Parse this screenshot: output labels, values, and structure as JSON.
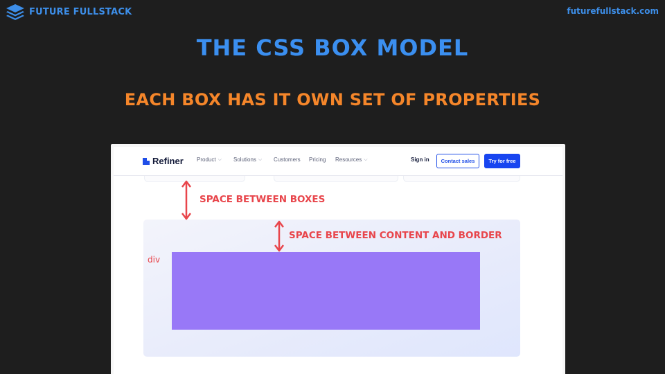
{
  "brand": {
    "name": "FUTURE FULLSTACK",
    "url": "futurefullstack.com",
    "color": "#3d8ee8",
    "icon": "layers-icon"
  },
  "slide": {
    "title": "THE CSS BOX MODEL",
    "subtitle": "EACH BOX HAS IT OWN SET OF PROPERTIES",
    "title_color": "#3b8ff0",
    "subtitle_color": "#f5862a"
  },
  "screenshot": {
    "logo": "Refiner",
    "nav_links": [
      {
        "label": "Product",
        "has_dropdown": true
      },
      {
        "label": "Solutions",
        "has_dropdown": true
      },
      {
        "label": "Customers",
        "has_dropdown": false
      },
      {
        "label": "Pricing",
        "has_dropdown": false
      },
      {
        "label": "Resources",
        "has_dropdown": true
      }
    ],
    "sign_in": "Sign in",
    "contact_sales": "Contact sales",
    "try_free": "Try for free",
    "accent_color": "#1f4ee8",
    "content_color": "#9878f7"
  },
  "annotations": {
    "margin": "SPACE BETWEEN BOXES",
    "padding": "SPACE BETWEEN CONTENT AND BORDER",
    "element": "div",
    "color": "#e8454b"
  }
}
